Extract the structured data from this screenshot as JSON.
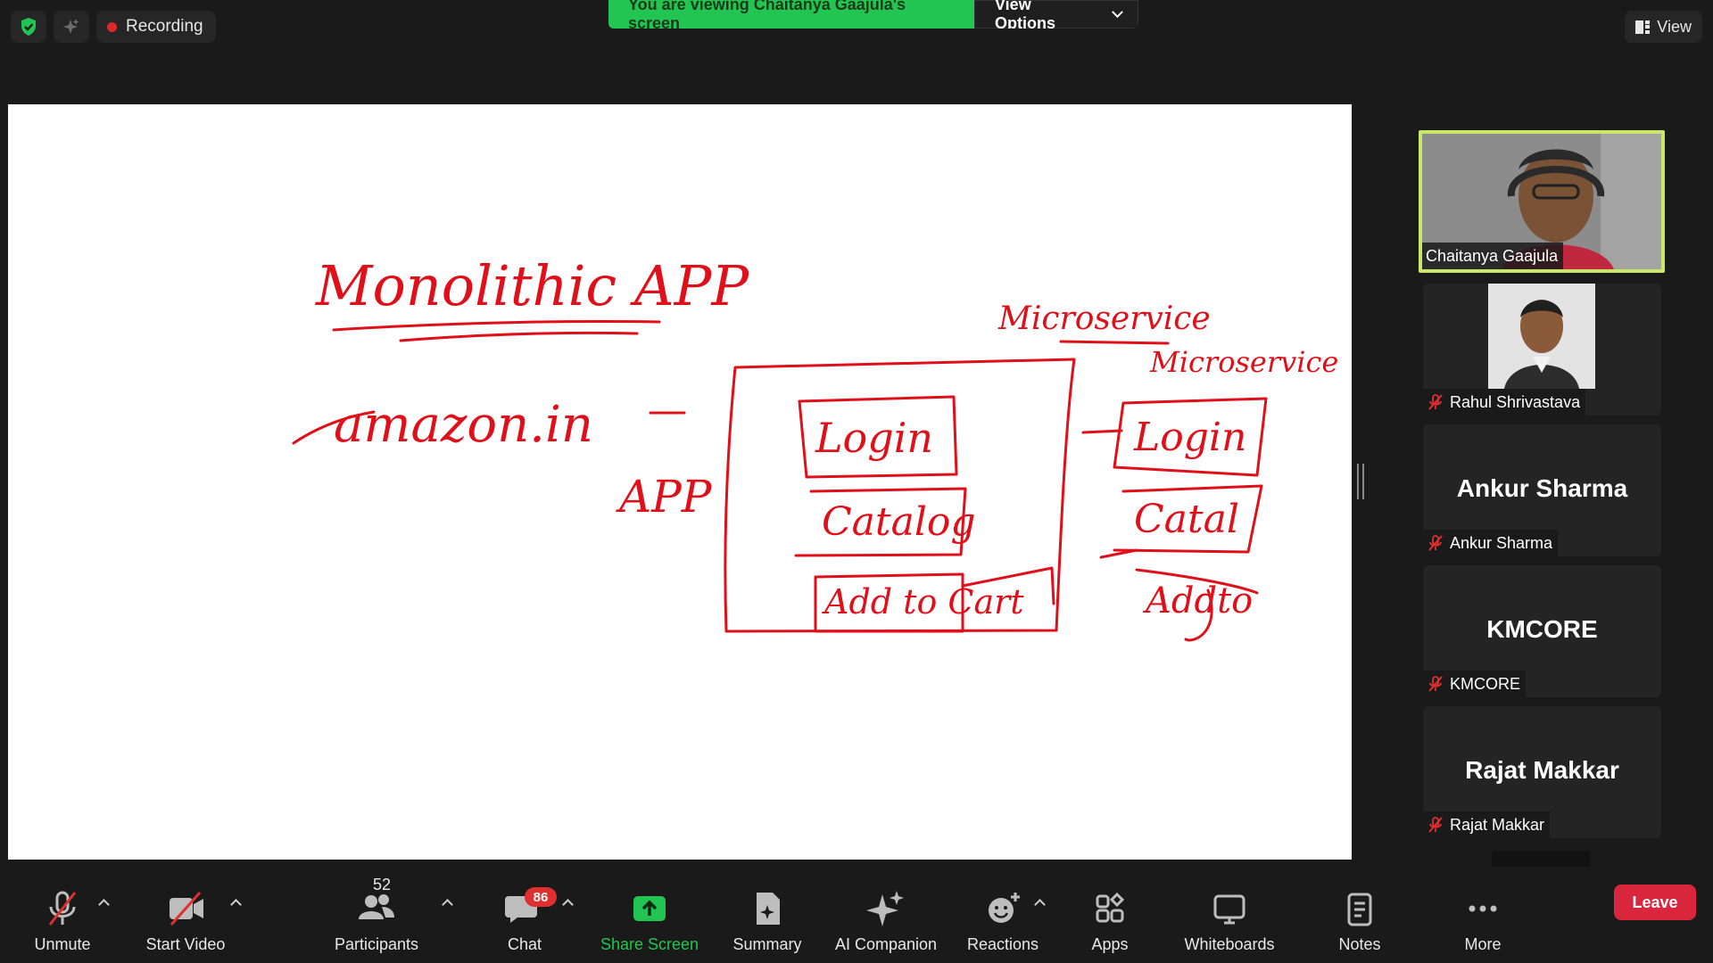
{
  "top_bar": {
    "recording_label": "Recording",
    "share_banner": "You are viewing Chaitanya Gaajula's screen",
    "view_options_label": "View Options",
    "view_label": "View"
  },
  "whiteboard": {
    "title": "Monolithic APP",
    "site": "amazon.in",
    "app_label": "APP",
    "monolith_modules": [
      "Login",
      "Catalog",
      "Add to Cart"
    ],
    "microservice_heading": "Microservice",
    "microservice_sub": "Microservice",
    "microservice_modules": [
      "Login",
      "Catal",
      "Addto"
    ],
    "ink_color": "#e0101a"
  },
  "gallery": {
    "active_speaker": "Chaitanya Gaajula",
    "participants": [
      {
        "name": "Rahul Shrivastava",
        "muted": true,
        "has_photo": true
      },
      {
        "name": "Ankur Sharma",
        "display": "Ankur Sharma",
        "muted": true
      },
      {
        "name": "KMCORE",
        "display": "KMCORE",
        "muted": true
      },
      {
        "name": "Rajat Makkar",
        "display": "Rajat Makkar",
        "muted": true
      }
    ],
    "active_border_color": "#c9e86a"
  },
  "toolbar": {
    "unmute": "Unmute",
    "start_video": "Start Video",
    "participants": "Participants",
    "participants_count": "52",
    "chat": "Chat",
    "chat_badge": "86",
    "share_screen": "Share Screen",
    "summary": "Summary",
    "ai_companion": "AI Companion",
    "reactions": "Reactions",
    "apps": "Apps",
    "whiteboards": "Whiteboards",
    "notes": "Notes",
    "more": "More",
    "leave": "Leave",
    "share_color": "#23c552",
    "leave_color": "#d9263d"
  }
}
